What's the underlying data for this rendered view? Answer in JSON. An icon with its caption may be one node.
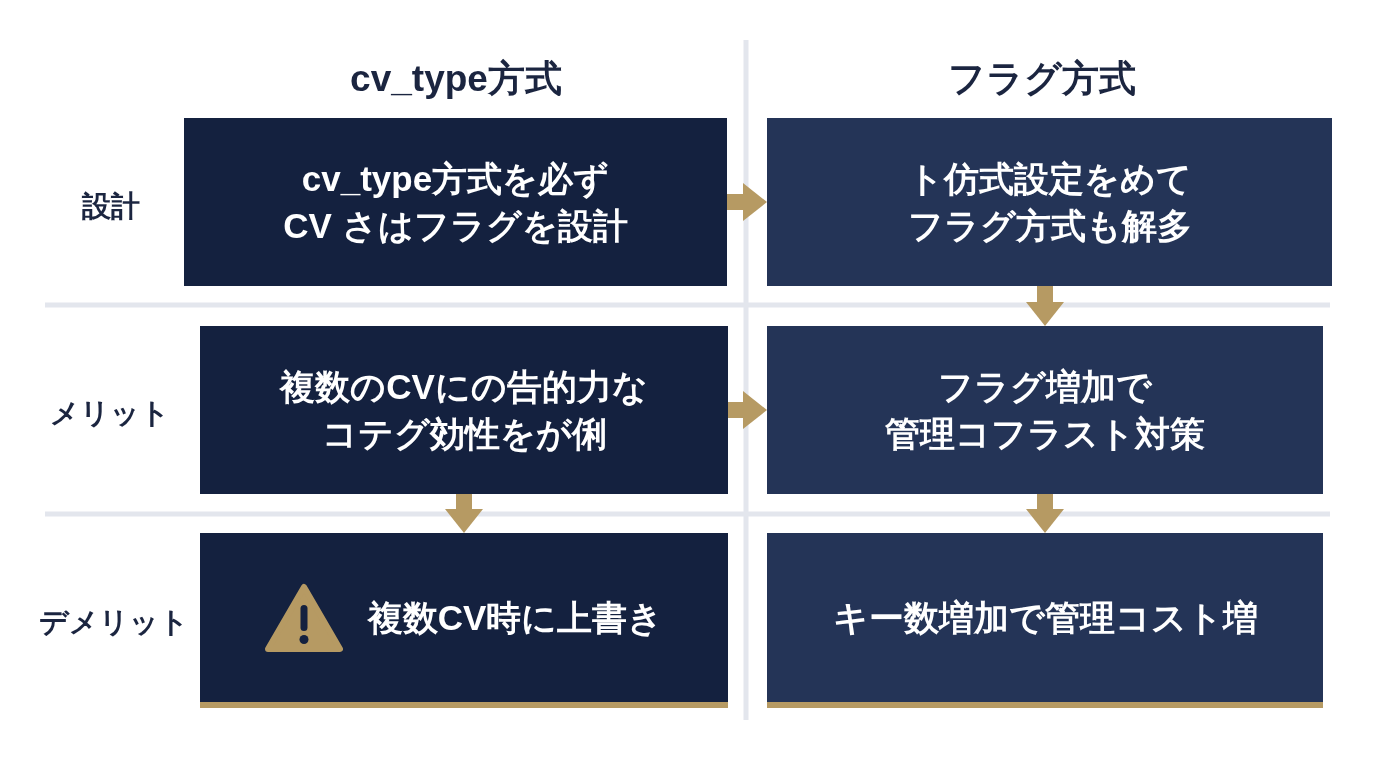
{
  "diagram": {
    "nodes": [
      {
        "text": [
          "cv_type方式を必ずCV さはフラグを設計"
        ]
      },
      {
        "text": [
          "ト仿式設定をめてフラグ方式も解多"
        ]
      },
      {
        "text": [
          "複数のCVにの告的力なコテグ効性をが俐"
        ]
      },
      {
        "text": [
          "フラグ増加で管理コフラスト対策"
        ]
      },
      {
        "text": [
          "複数CV時に上書き"
        ]
      },
      {
        "text": [
          "キー数増加で管理コスト増"
        ]
      }
    ],
    "edges": [
      {
        "from": 0,
        "to": 1,
        "arrow": "to"
      },
      {
        "from": 1,
        "to": 3,
        "arrow": "to"
      },
      {
        "from": 2,
        "to": 3,
        "arrow": "to"
      },
      {
        "from": 2,
        "to": 4,
        "arrow": "to"
      },
      {
        "from": 3,
        "to": 5,
        "arrow": "to"
      }
    ],
    "labels": [
      "cv_type方式",
      "フラグ方式",
      "設計",
      "メリット",
      "デメリット"
    ]
  }
}
